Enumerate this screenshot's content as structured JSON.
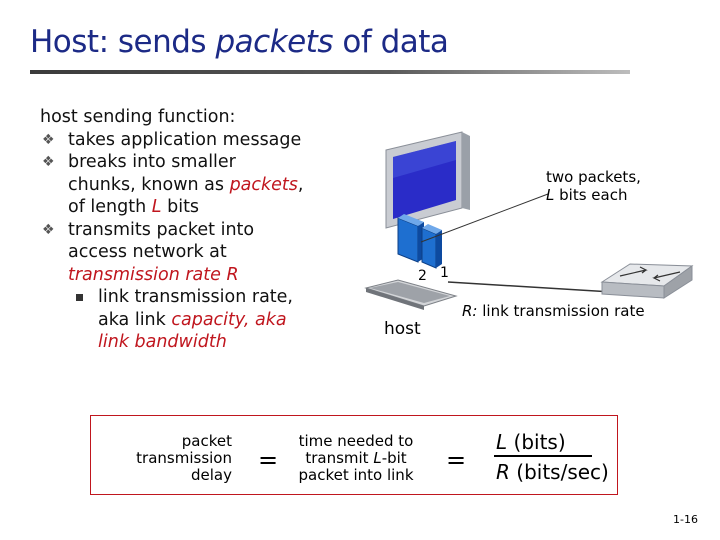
{
  "title": {
    "part1": "Host: sends ",
    "part2": "packets",
    "part3": " of data"
  },
  "bullets": {
    "intro": "host sending function:",
    "b1": "takes application message",
    "b2_line1": "breaks into smaller",
    "b2_line2a": "chunks, known as ",
    "b2_packets": "packets",
    "b2_comma": ",",
    "b2_line3a": "of length ",
    "b2_L": "L",
    "b2_line3b": " bits",
    "b3_line1": "transmits packet into",
    "b3_line2": "access network at",
    "b3_line3": "transmission rate R",
    "sub_line1": "link transmission rate,",
    "sub_line2a": "aka link ",
    "sub_capacity": "capacity, aka",
    "sub_line3": "link bandwidth"
  },
  "figure": {
    "two_packets_line1": "two packets,",
    "two_packets_L": "L",
    "two_packets_line2": " bits each",
    "pkt_label_2": "2",
    "pkt_label_1": "1",
    "host_label": "host",
    "rate_R": "R:",
    "rate_text": " link transmission rate"
  },
  "formula": {
    "left_line1": "packet",
    "left_line2": "transmission",
    "left_line3": "delay",
    "eq1": "=",
    "mid_line1": "time needed to",
    "mid_line2a": "transmit ",
    "mid_L": "L",
    "mid_line2b": "-bit",
    "mid_line3": "packet into link",
    "eq2": "=",
    "num_L": "L",
    "num_text": " (bits)",
    "den_R": "R",
    "den_text": " (bits/sec)"
  },
  "page_number": "1-16",
  "bullet_marker": "❖",
  "colors": {
    "title": "#1c2a86",
    "accent_red": "#c0161e",
    "packet_blue": "#1e6fd0"
  }
}
